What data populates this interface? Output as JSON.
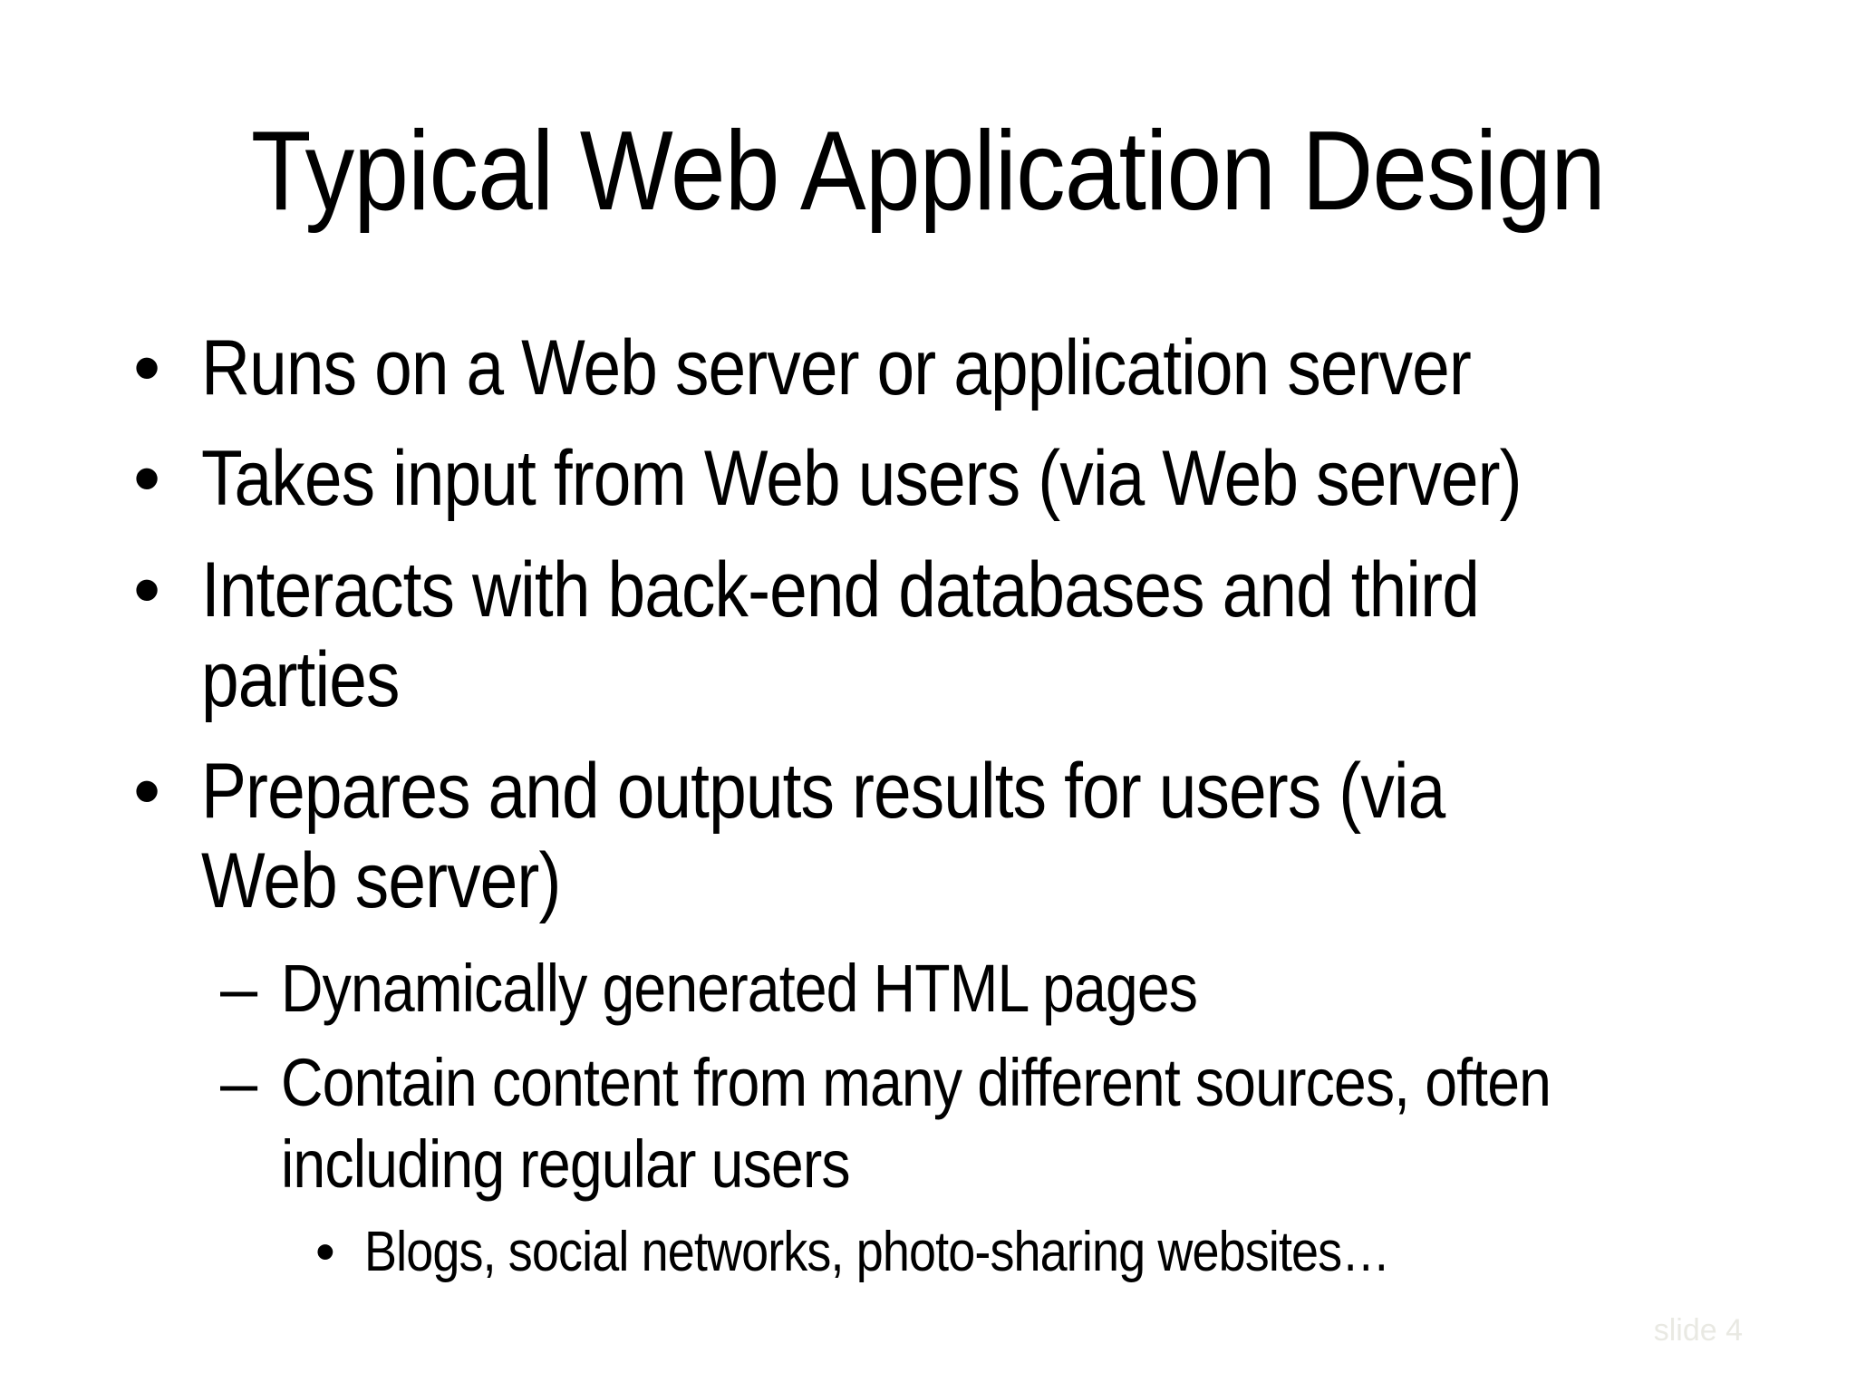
{
  "slide": {
    "title": "Typical Web Application Design",
    "bullets": [
      {
        "level": 1,
        "marker": "•",
        "text": "Runs on a Web server or application server"
      },
      {
        "level": 1,
        "marker": "•",
        "text": "Takes input from Web users (via Web server)"
      },
      {
        "level": 1,
        "marker": "•",
        "text": "Interacts with back-end databases and third\nparties"
      },
      {
        "level": 1,
        "marker": "•",
        "text": "Prepares and outputs results for users (via\nWeb server)"
      },
      {
        "level": 2,
        "marker": "–",
        "text": "Dynamically generated HTML pages"
      },
      {
        "level": 2,
        "marker": "–",
        "text": "Contain content from many different sources, often\nincluding regular users"
      },
      {
        "level": 3,
        "marker": "•",
        "text": "Blogs, social networks, photo-sharing websites…"
      }
    ],
    "slide_number": "slide 4",
    "colors": {
      "background": "#ffffff",
      "text": "#000000",
      "slide_number": "#e9e9e3"
    }
  }
}
